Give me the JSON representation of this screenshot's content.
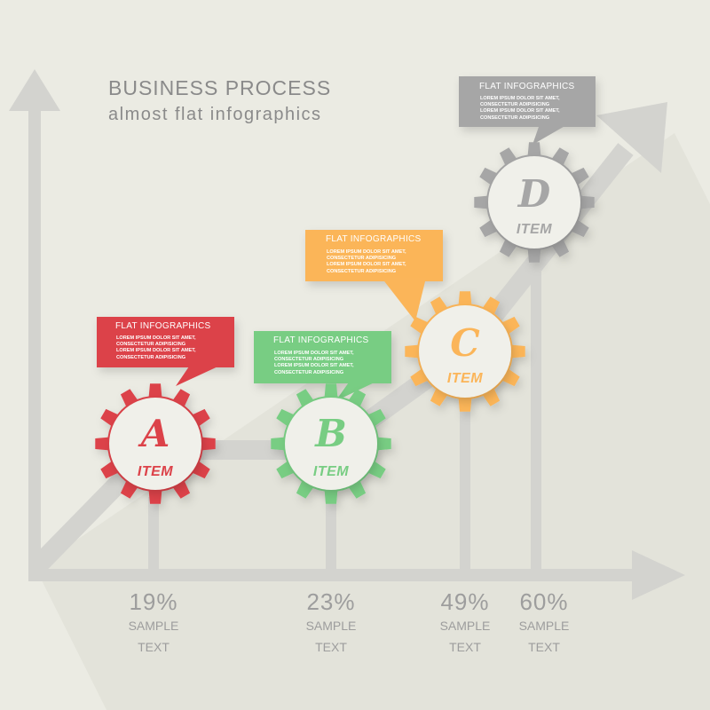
{
  "title": {
    "main": "BUSINESS PROCESS",
    "sub": "almost flat infographics"
  },
  "colors": {
    "background": "#ebebe3",
    "axis": "#d3d3cf",
    "red": "#dc4249",
    "green": "#78cd83",
    "orange": "#fbb559",
    "gray": "#a6a6a6"
  },
  "steps": [
    {
      "letter": "A",
      "item": "ITEM",
      "color": "#dc4249",
      "box": {
        "title": "FLAT INFOGRAPHICS",
        "lines": [
          "LOREM IPSUM DOLOR SIT AMET,",
          "CONSECTETUR ADIPISICING",
          "LOREM IPSUM DOLOR SIT AMET,",
          "CONSECTETUR ADIPISICING"
        ]
      },
      "percent": "19%",
      "caption": [
        "SAMPLE",
        "TEXT"
      ]
    },
    {
      "letter": "B",
      "item": "ITEM",
      "color": "#78cd83",
      "box": {
        "title": "FLAT INFOGRAPHICS",
        "lines": [
          "LOREM IPSUM DOLOR SIT AMET,",
          "CONSECTETUR ADIPISICING",
          "LOREM IPSUM DOLOR SIT AMET,",
          "CONSECTETUR ADIPISICING"
        ]
      },
      "percent": "23%",
      "caption": [
        "SAMPLE",
        "TEXT"
      ]
    },
    {
      "letter": "C",
      "item": "ITEM",
      "color": "#fbb559",
      "box": {
        "title": "FLAT INFOGRAPHICS",
        "lines": [
          "LOREM IPSUM DOLOR SIT AMET,",
          "CONSECTETUR ADIPISICING",
          "LOREM IPSUM DOLOR SIT AMET,",
          "CONSECTETUR ADIPISICING"
        ]
      },
      "percent": "49%",
      "caption": [
        "SAMPLE",
        "TEXT"
      ]
    },
    {
      "letter": "D",
      "item": "ITEM",
      "color": "#a6a6a6",
      "box": {
        "title": "FLAT INFOGRAPHICS",
        "lines": [
          "LOREM IPSUM DOLOR SIT AMET,",
          "CONSECTETUR ADIPISICING",
          "LOREM IPSUM DOLOR SIT AMET,",
          "CONSECTETUR ADIPISICING"
        ]
      },
      "percent": "60%",
      "caption": [
        "SAMPLE",
        "TEXT"
      ]
    }
  ]
}
